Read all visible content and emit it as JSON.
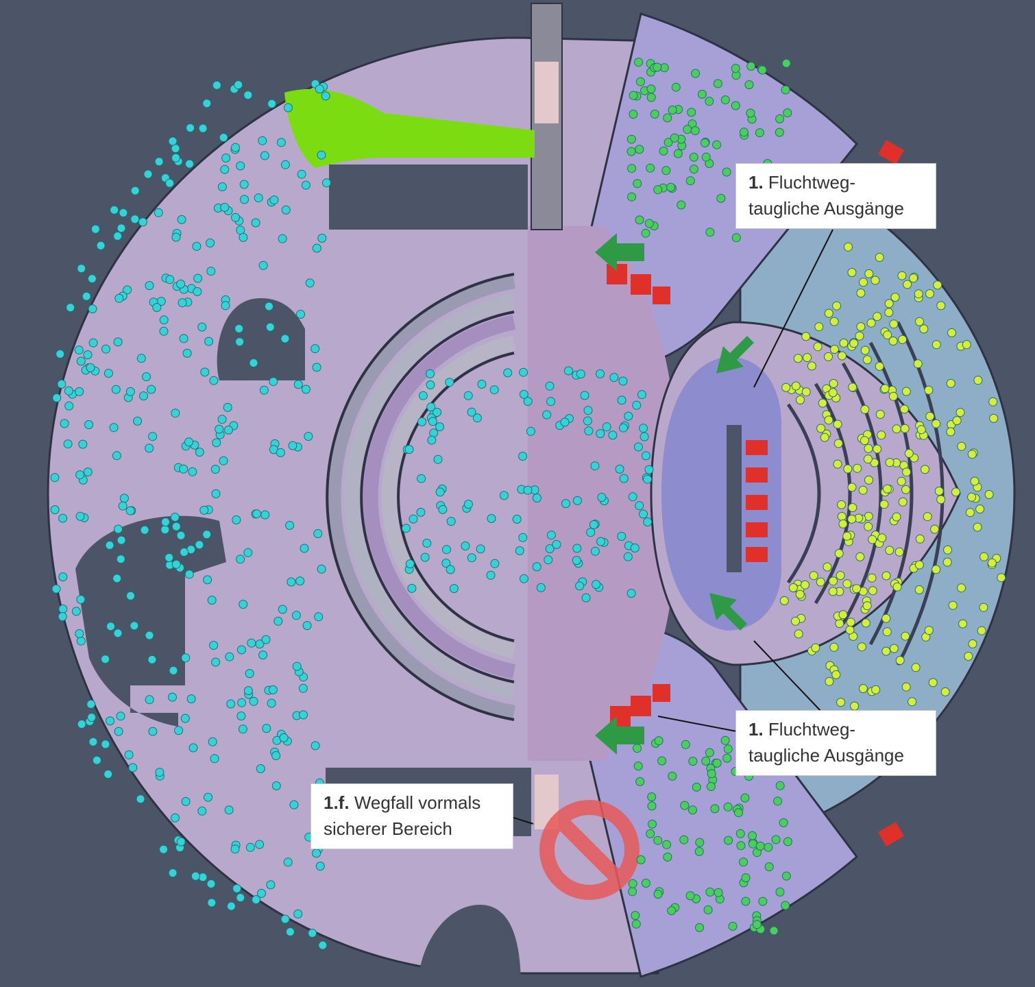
{
  "callouts": {
    "top_right": {
      "number": "1.",
      "line1": "Fluchtweg-",
      "line2": "taugliche Ausgänge"
    },
    "bottom_right": {
      "number": "1.",
      "line1": "Fluchtweg-",
      "line2": "taugliche Ausgänge"
    },
    "bottom_left": {
      "number": "1.f.",
      "line1": "Wegfall vormals",
      "line2": "sicherer Bereich"
    }
  },
  "icons": [
    "green-arrow-icon",
    "no-entry-icon",
    "exit-door-icon"
  ],
  "colors": {
    "background": "#4c5468",
    "floor_lilac": "#b8a9cc",
    "hall_purple": "#a98fbf",
    "stage_blue": "#8d8ccf",
    "outer_blue": "#8eaec8",
    "green_zone": "#7cdc12",
    "occupant_cyan": "#35d2d8",
    "occupant_yellow": "#d8ec3a",
    "arrow_green": "#2f9a45",
    "alert_red": "#e0302a"
  }
}
